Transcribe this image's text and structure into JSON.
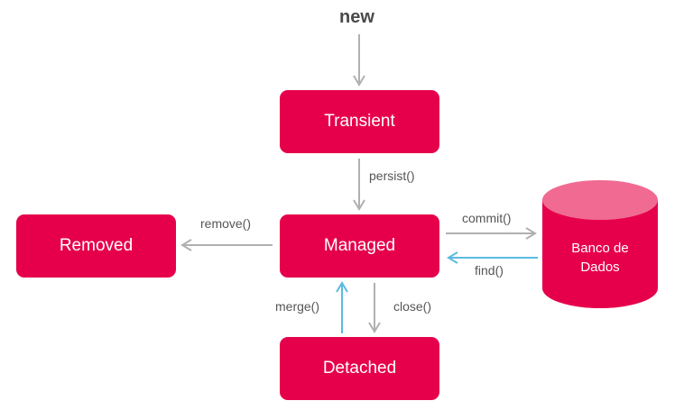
{
  "start_label": "new",
  "states": {
    "transient": "Transient",
    "managed": "Managed",
    "removed": "Removed",
    "detached": "Detached"
  },
  "database": {
    "line1": "Banco de",
    "line2": "Dados"
  },
  "transitions": {
    "persist": "persist()",
    "remove": "remove()",
    "commit": "commit()",
    "find": "find()",
    "merge": "merge()",
    "close": "close()"
  },
  "colors": {
    "state_fill": "#e6004c",
    "database_body": "#e6004c",
    "database_top": "#f06a92",
    "arrow_gray": "#b0b0b0",
    "arrow_blue": "#5bbbe0"
  }
}
